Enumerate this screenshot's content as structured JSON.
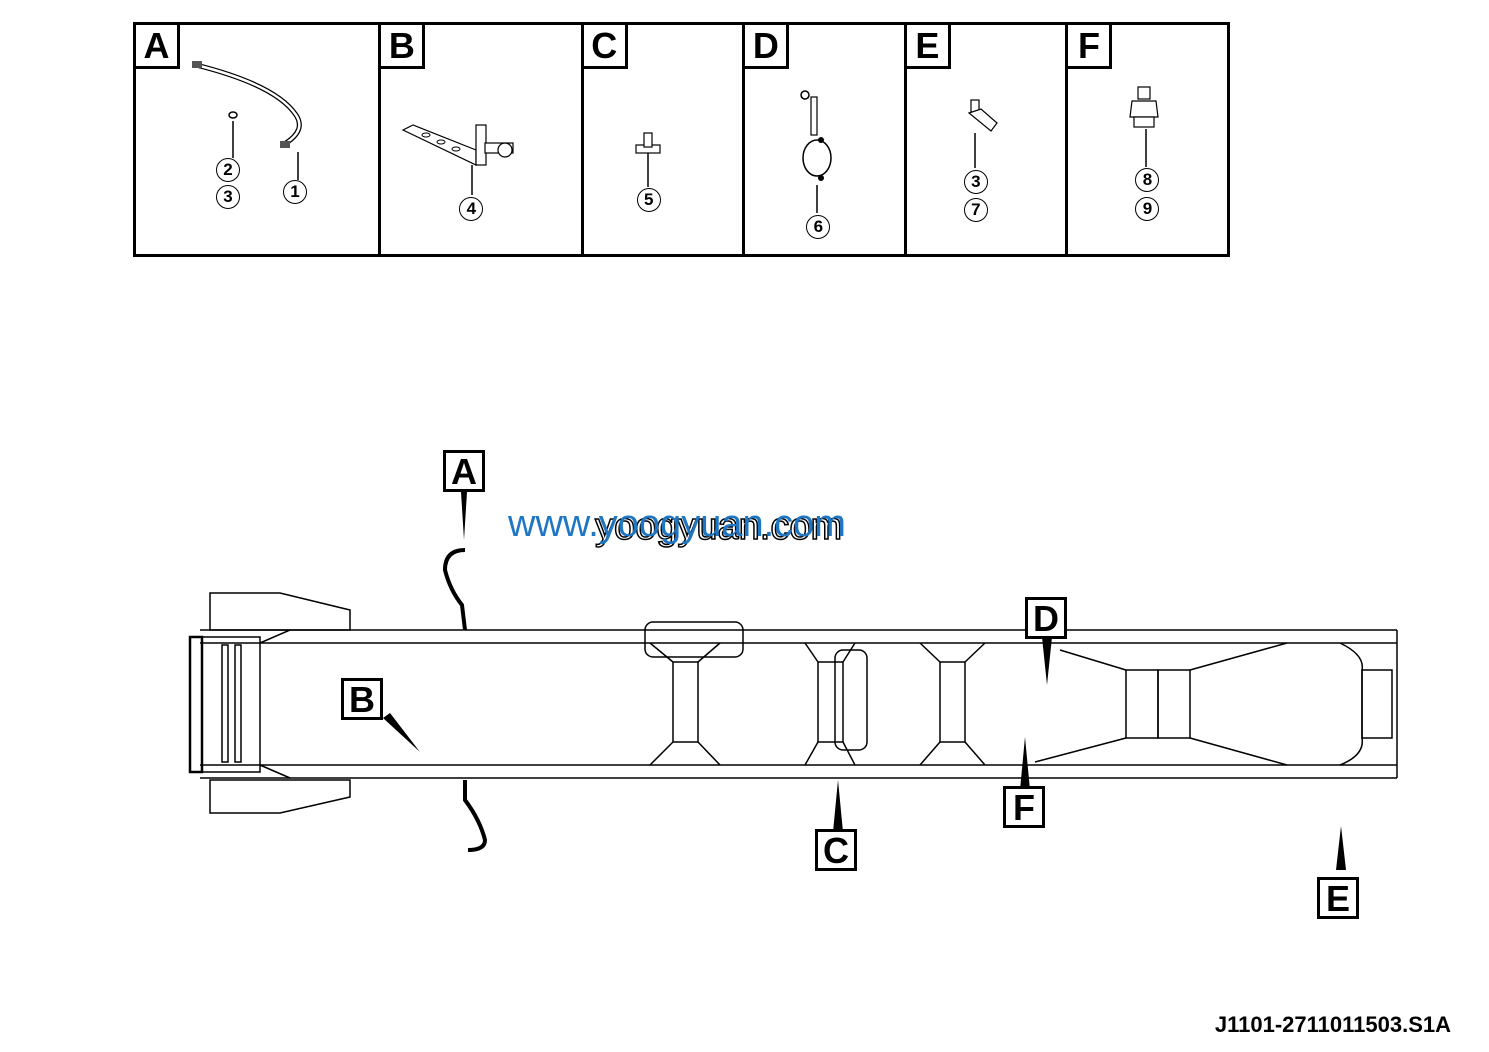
{
  "detail_panels": [
    {
      "tag": "A",
      "callouts": [
        "1",
        "2",
        "3"
      ],
      "part": "flexible hose with fittings, washer"
    },
    {
      "tag": "B",
      "callouts": [
        "4"
      ],
      "part": "bracket with union fitting"
    },
    {
      "tag": "C",
      "callouts": [
        "5"
      ],
      "part": "tee fitting"
    },
    {
      "tag": "D",
      "callouts": [
        "6"
      ],
      "part": "pipe clamp"
    },
    {
      "tag": "E",
      "callouts": [
        "3",
        "7"
      ],
      "part": "elbow fitting"
    },
    {
      "tag": "F",
      "callouts": [
        "8",
        "9"
      ],
      "part": "pressure switch/sensor"
    }
  ],
  "chassis_labels": {
    "A": "A",
    "B": "B",
    "C": "C",
    "D": "D",
    "E": "E",
    "F": "F"
  },
  "watermark": {
    "blue": "www.yoogyuan.com",
    "outlined": "yoogyuan.com"
  },
  "document_id": "J1101-2711011503.S1A"
}
